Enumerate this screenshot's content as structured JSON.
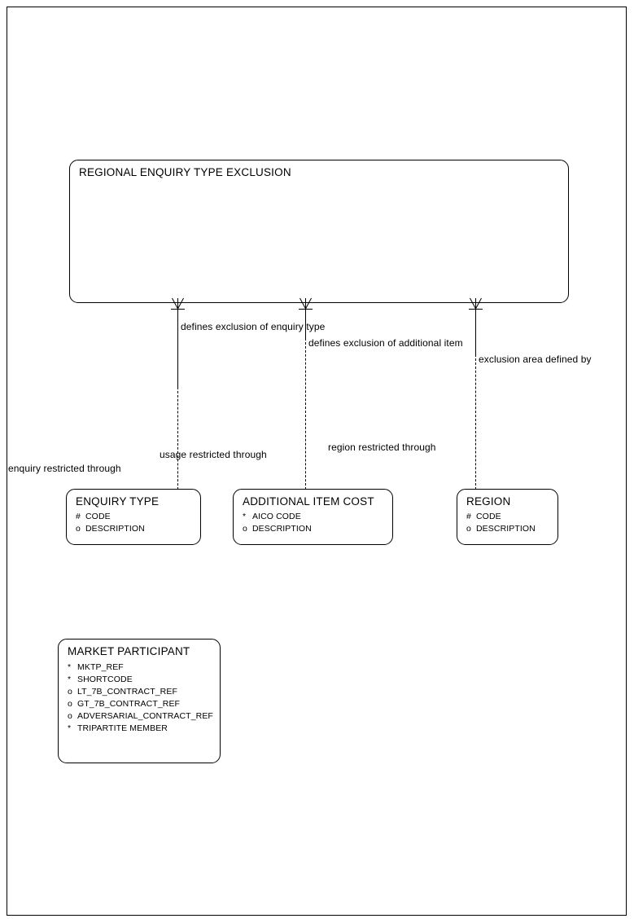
{
  "diagram": {
    "title": "REGIONAL ENQUIRY TYPE EXCLUSION",
    "type": "entity-relationship-diagram"
  },
  "entities": [
    {
      "id": "regional-enquiry-type-exclusion",
      "name": "REGIONAL ENQUIRY TYPE EXCLUSION",
      "attributes": []
    },
    {
      "id": "enquiry-type",
      "name": "ENQUIRY TYPE",
      "attributes": [
        {
          "marker": "#",
          "label": "CODE"
        },
        {
          "marker": "o",
          "label": "DESCRIPTION"
        }
      ]
    },
    {
      "id": "additional-item-cost",
      "name": "ADDITIONAL ITEM COST",
      "attributes": [
        {
          "marker": "*",
          "label": "AICO CODE"
        },
        {
          "marker": "o",
          "label": "DESCRIPTION"
        }
      ]
    },
    {
      "id": "region",
      "name": "REGION",
      "attributes": [
        {
          "marker": "#",
          "label": "CODE"
        },
        {
          "marker": "o",
          "label": "DESCRIPTION"
        }
      ]
    },
    {
      "id": "market-participant",
      "name": "MARKET PARTICIPANT",
      "attributes": [
        {
          "marker": "*",
          "label": "MKTP_REF"
        },
        {
          "marker": "*",
          "label": "SHORTCODE"
        },
        {
          "marker": "o",
          "label": "LT_7B_CONTRACT_REF"
        },
        {
          "marker": "o",
          "label": "GT_7B_CONTRACT_REF"
        },
        {
          "marker": "o",
          "label": "ADVERSARIAL_CONTRACT_REF"
        },
        {
          "marker": "*",
          "label": "TRIPARTITE MEMBER"
        }
      ]
    }
  ],
  "relationships": [
    {
      "id": "enquiry-type-exclusion",
      "from": "regional-enquiry-type-exclusion",
      "to": "enquiry-type",
      "parent_label": "defines exclusion of enquiry type",
      "child_label": "enquiry restricted through"
    },
    {
      "id": "additional-item-exclusion",
      "from": "regional-enquiry-type-exclusion",
      "to": "additional-item-cost",
      "parent_label": "defines exclusion of additional item",
      "child_label": "usage restricted through"
    },
    {
      "id": "region-exclusion",
      "from": "regional-enquiry-type-exclusion",
      "to": "region",
      "parent_label": "exclusion area defined by",
      "child_label": "region restricted through"
    }
  ],
  "colors": {
    "line": "#000000",
    "text": "#000000",
    "background": "#ffffff"
  }
}
